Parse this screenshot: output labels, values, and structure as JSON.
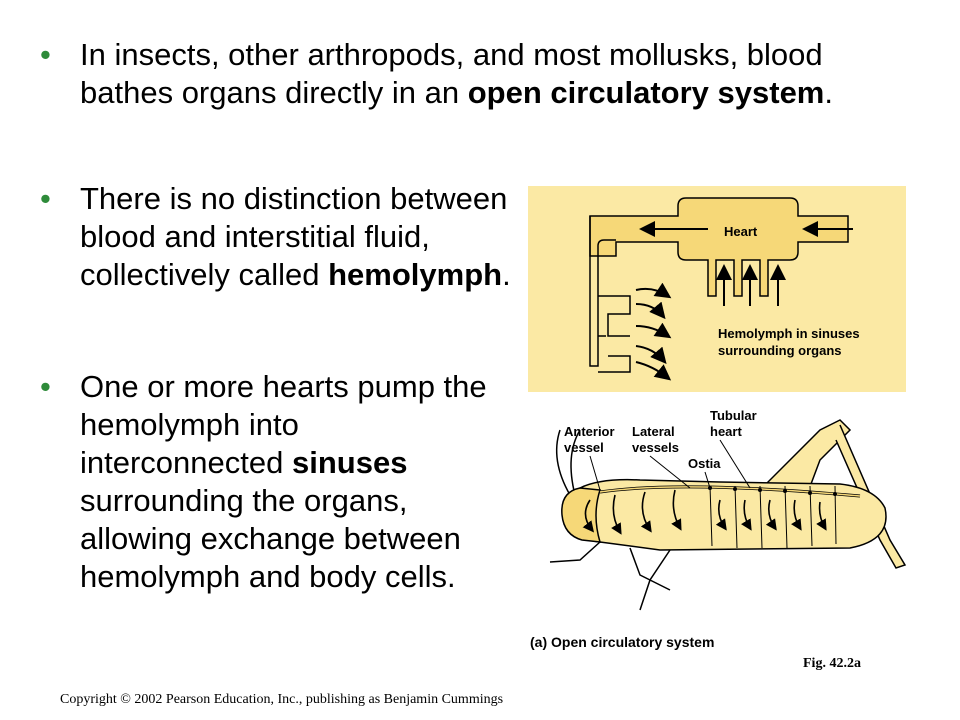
{
  "bullets": [
    {
      "pre": "In insects, other arthropods, and most mollusks, blood bathes organs directly in an ",
      "bold": "open circulatory system",
      "post": "."
    },
    {
      "pre": "There is no distinction between blood and interstitial fluid, collectively called ",
      "bold": "hemolymph",
      "post": "."
    },
    {
      "pre": "One or more hearts pump the hemolymph into interconnected ",
      "bold": "sinuses",
      "post": " surrounding the organs, allowing exchange between hemolymph and body cells."
    }
  ],
  "bullet_symbol": "•",
  "diagram_top": {
    "heart_label": "Heart",
    "sinus_label_line1": "Hemolymph in sinuses",
    "sinus_label_line2": "surrounding organs",
    "background_color": "#fbe9a4",
    "vessel_color": "#f6d878"
  },
  "diagram_bottom": {
    "label_anterior_1": "Anterior",
    "label_anterior_2": "vessel",
    "label_lateral_1": "Lateral",
    "label_lateral_2": "vessels",
    "label_tubular_1": "Tubular",
    "label_tubular_2": "heart",
    "label_ostia": "Ostia",
    "body_color": "#fbe9a4"
  },
  "caption": "(a) Open circulatory system",
  "figure_ref": "Fig. 42.2a",
  "copyright": "Copyright © 2002 Pearson Education, Inc., publishing as Benjamin Cummings",
  "accent_color": "#2e8b3a"
}
